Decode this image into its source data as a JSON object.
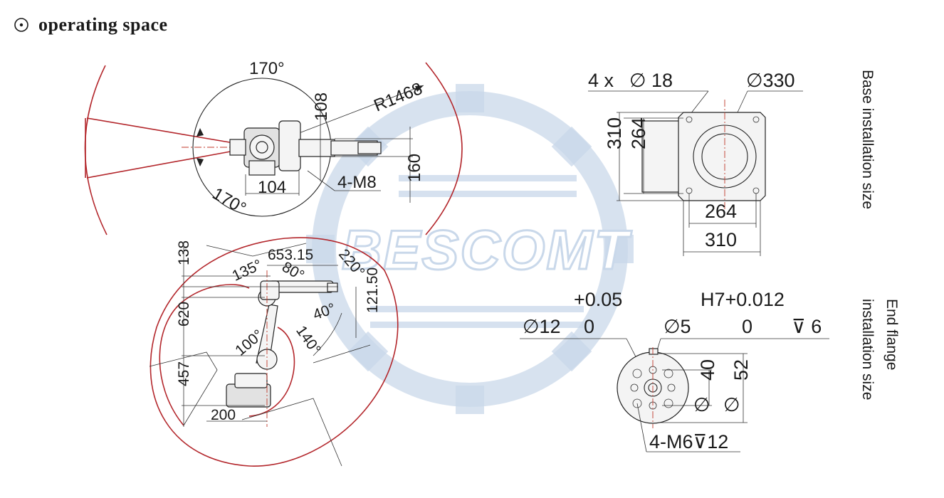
{
  "heading": {
    "symbol": "⊙",
    "title": "operating space"
  },
  "watermark": {
    "text": "BESCOMT",
    "color": "#c9d8ea"
  },
  "top_view": {
    "angle_top": "170°",
    "angle_bottom": "170°",
    "radius": "R1468",
    "dim_108": "108",
    "dim_104": "104",
    "dim_160": "160",
    "bolt_label": "4-M8"
  },
  "side_view": {
    "dim_138": "138",
    "dim_620": "620",
    "dim_457": "457",
    "dim_200": "200",
    "dim_653": "653.15",
    "dim_121": "121.50",
    "angle_135": "135°",
    "angle_80": "80°",
    "angle_220": "220°",
    "angle_40": "40°",
    "angle_100": "100°",
    "angle_140": "140°"
  },
  "base": {
    "holes": "4 x",
    "hole_dia": "∅ 18",
    "outer_dia": "∅330",
    "dim_310_v": "310",
    "dim_264_v": "264",
    "dim_264_h": "264",
    "dim_310_h": "310",
    "caption": "Base installation size"
  },
  "flange": {
    "tol_plus": "+0.05",
    "tol_h7": "H7+0.012",
    "dia_12": "∅12",
    "zero_a": "0",
    "dia_5": "∅5",
    "zero_b": "0",
    "depth_6": "⊽ 6",
    "dim_40": "40",
    "dim_52": "52",
    "dia_sym_a": "∅",
    "dia_sym_b": "∅",
    "bolt_label": "4-M6⊽12",
    "caption_line1": "End flange",
    "caption_line2": "installation size"
  },
  "colors": {
    "workspace": "#b3262b",
    "line": "#222222",
    "text": "#1a1a1a"
  }
}
